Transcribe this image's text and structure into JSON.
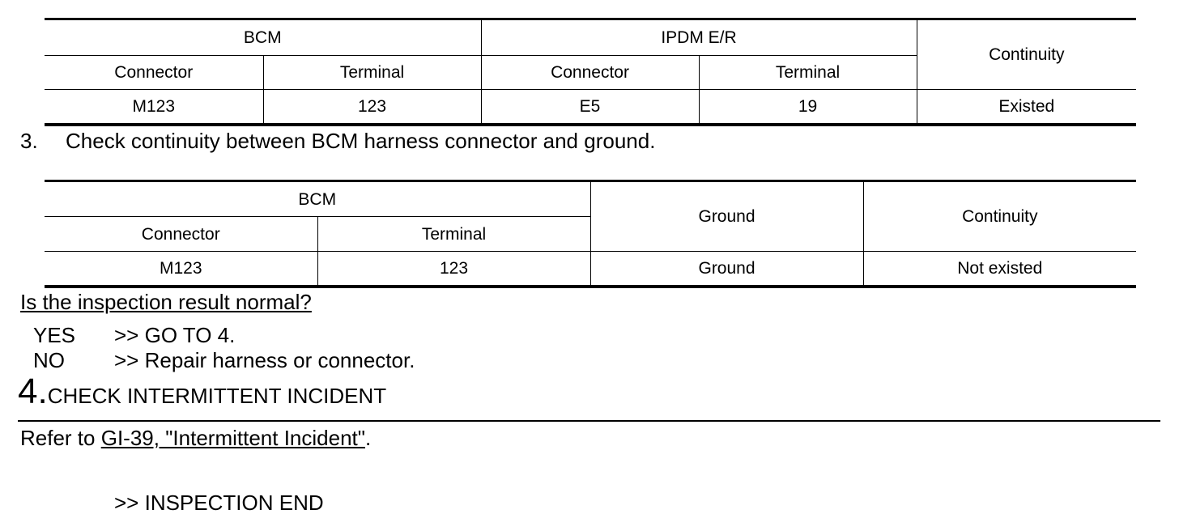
{
  "table1": {
    "group_bcm": "BCM",
    "group_ipdm": "IPDM E/R",
    "continuity_header": "Continuity",
    "bcm_connector_header": "Connector",
    "bcm_terminal_header": "Terminal",
    "ipdm_connector_header": "Connector",
    "ipdm_terminal_header": "Terminal",
    "row": {
      "bcm_connector": "M123",
      "bcm_terminal": "123",
      "ipdm_connector": "E5",
      "ipdm_terminal": "19",
      "continuity": "Existed"
    }
  },
  "step3": {
    "number": "3.",
    "text": "Check continuity between BCM harness connector and ground."
  },
  "table2": {
    "group_bcm": "BCM",
    "ground_header": "Ground",
    "continuity_header": "Continuity",
    "bcm_connector_header": "Connector",
    "bcm_terminal_header": "Terminal",
    "row": {
      "bcm_connector": "M123",
      "bcm_terminal": "123",
      "ground": "Ground",
      "continuity": "Not existed"
    }
  },
  "question": "Is the inspection result normal?",
  "answers": {
    "yes_key": "YES",
    "yes_action": ">> GO TO 4.",
    "no_key": "NO",
    "no_action": ">> Repair harness or connector."
  },
  "step4": {
    "number": "4.",
    "title": "CHECK INTERMITTENT INCIDENT"
  },
  "refer": {
    "prefix": "Refer to ",
    "link": "GI-39, \"Intermittent Incident\"",
    "suffix": "."
  },
  "end_text": ">> INSPECTION END"
}
